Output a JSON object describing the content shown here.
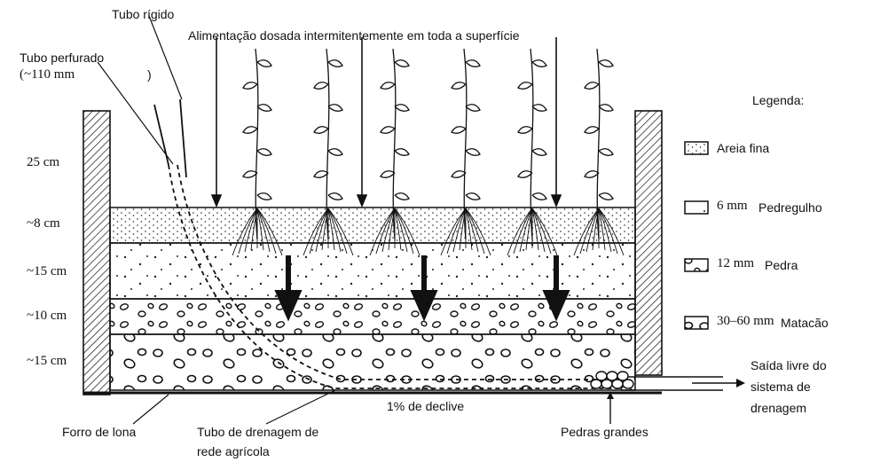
{
  "labels": {
    "rigid_tube": "Tubo rígido",
    "feeding": "Alimentação dosada intermitentemente em toda a superfície",
    "perforated_tube_line1": "Tubo perfurado",
    "perforated_tube_line2": "(~110 mm",
    "perforated_tube_paren": ")",
    "liner": "Forro de lona",
    "drain_tube_line1": "Tubo de drenagem de",
    "drain_tube_line2": "rede agrícola",
    "slope": "1% de declive",
    "large_stones": "Pedras grandes",
    "outlet_line1": "Saída livre do",
    "outlet_line2": "sistema de",
    "outlet_line3": "drenagem"
  },
  "depths": {
    "d1": "25 cm",
    "d2": "~8 cm",
    "d3": "~15 cm",
    "d4": "~10 cm",
    "d5": "~15 cm"
  },
  "legend": {
    "title": "Legenda:",
    "items": [
      {
        "size": "",
        "name": "Areia fina"
      },
      {
        "size": "6 mm",
        "name": "Pedregulho"
      },
      {
        "size": "12 mm",
        "name": "Pedra"
      },
      {
        "size": "30–60 mm",
        "name": "Matacão"
      }
    ]
  },
  "colors": {
    "line": "#111111",
    "background": "#ffffff"
  }
}
